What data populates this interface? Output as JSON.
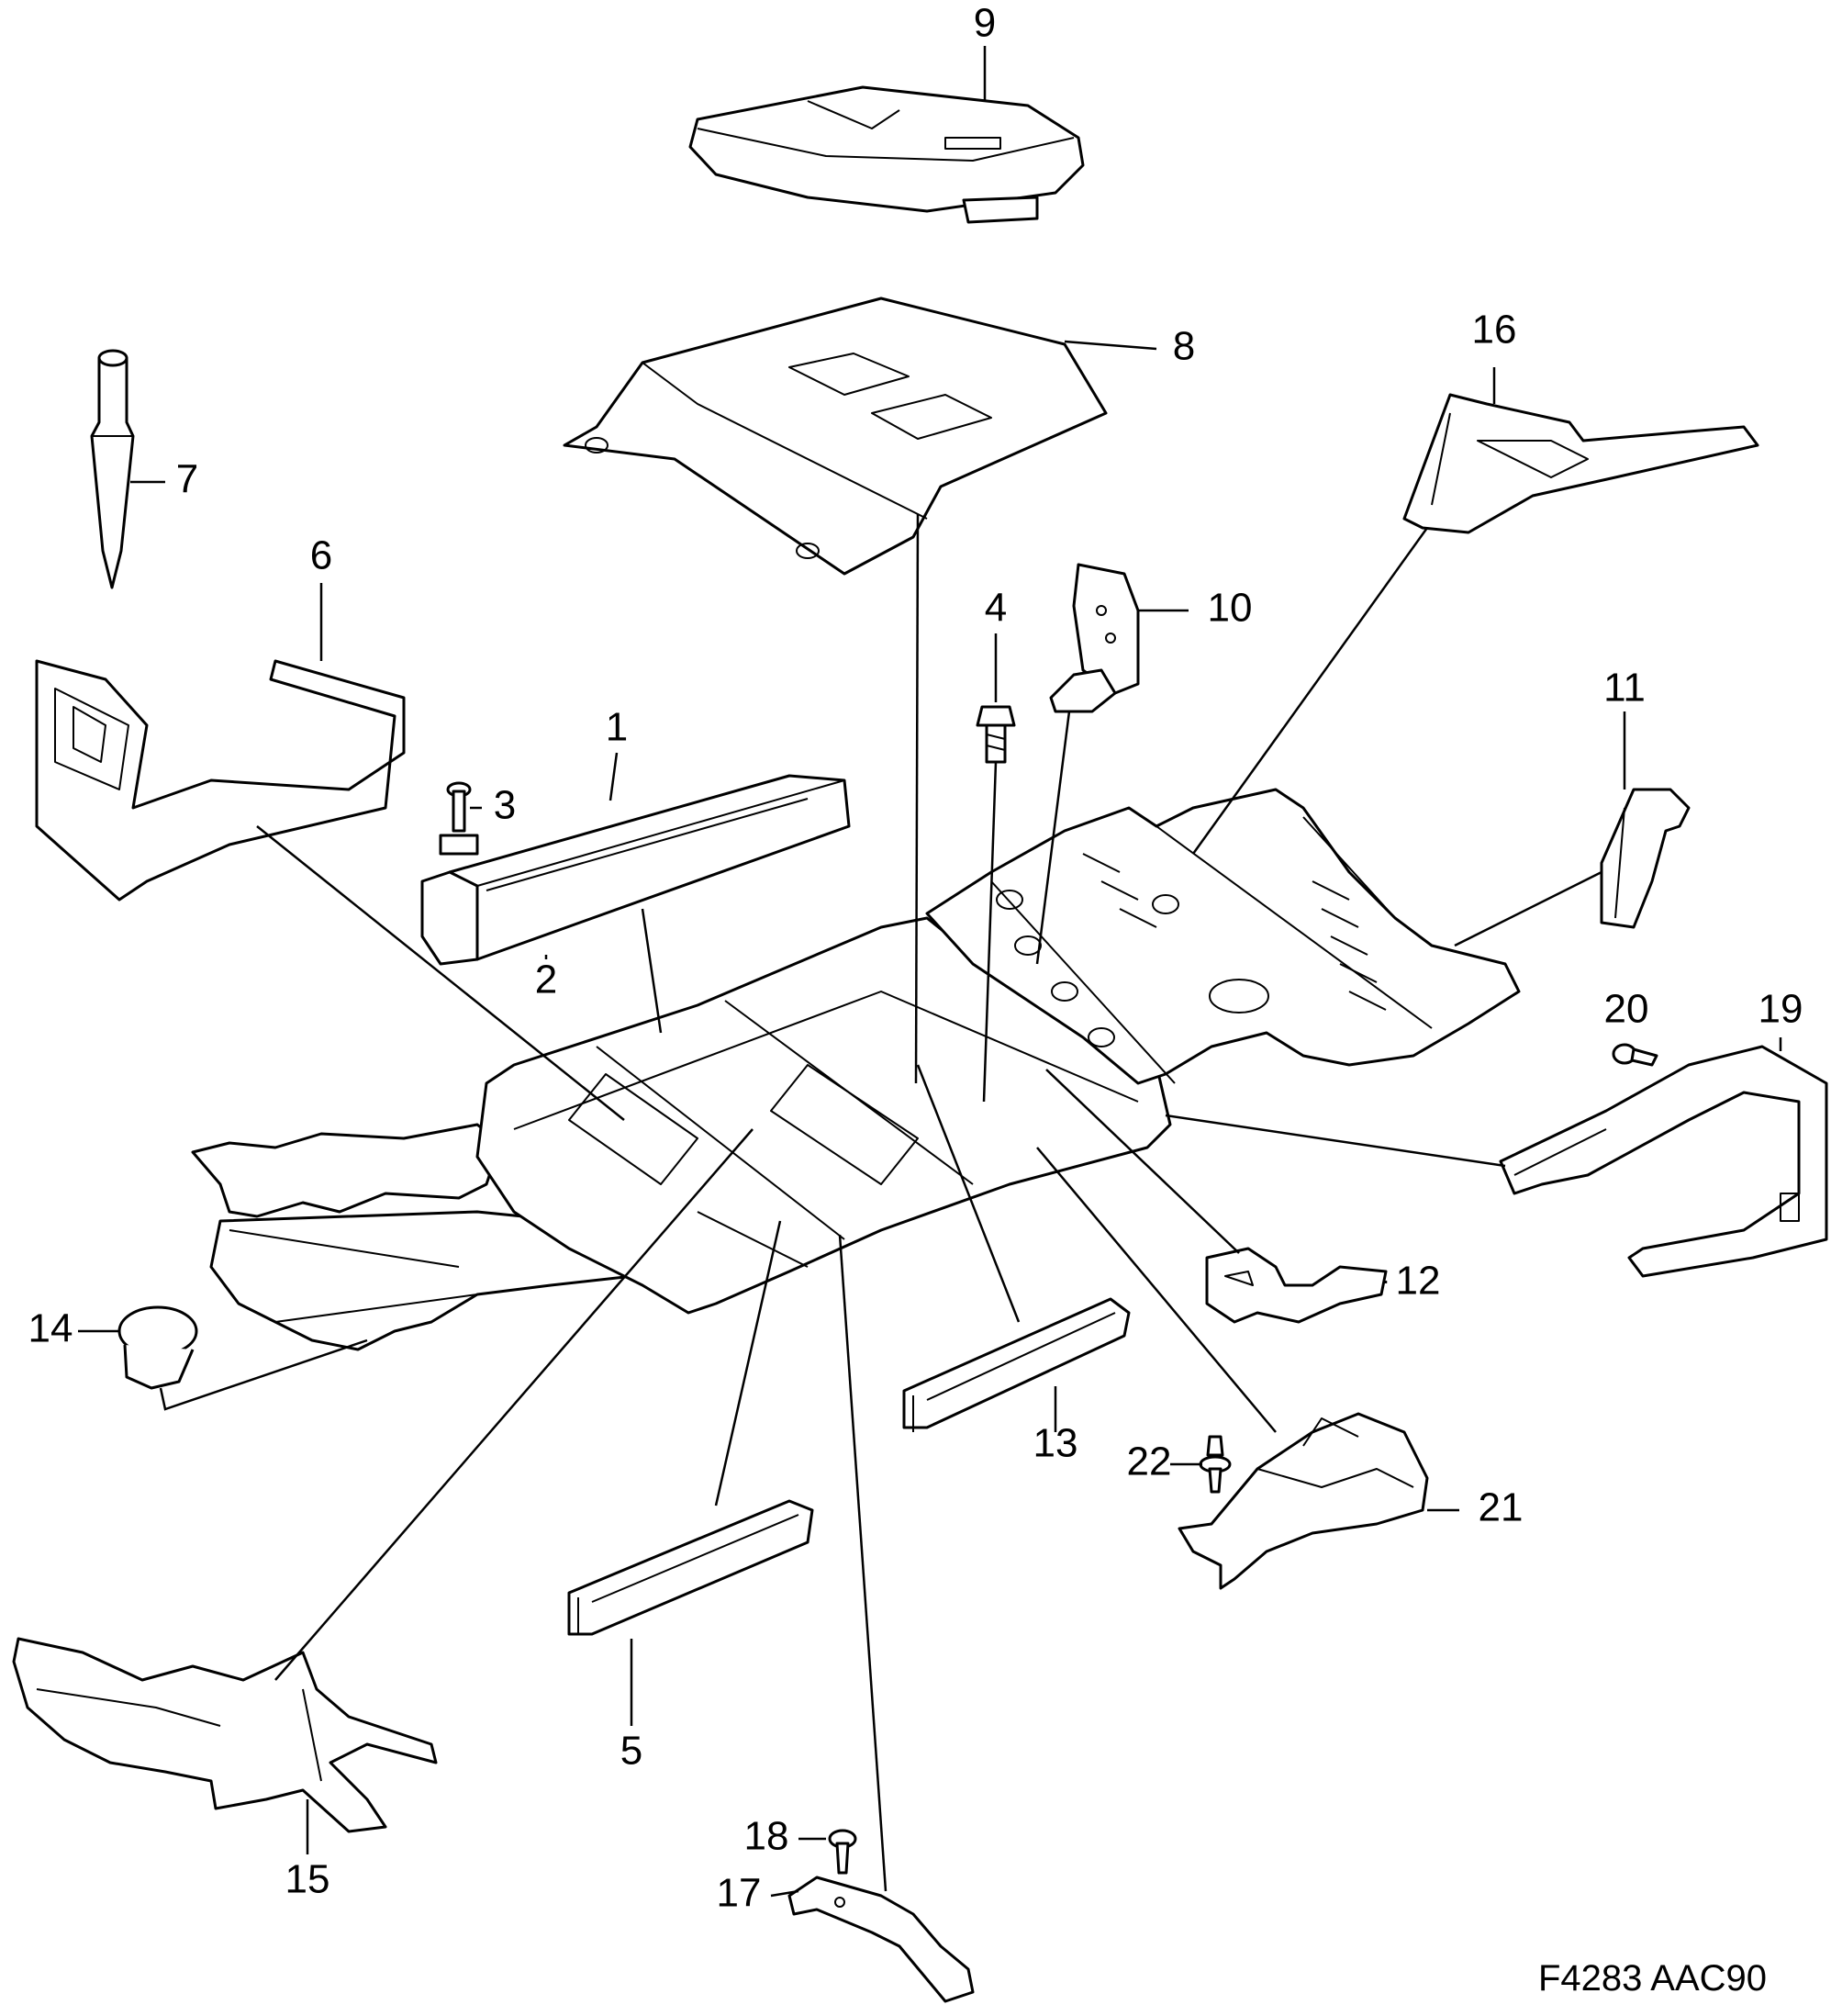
{
  "figure_code": "F4283 AAC90",
  "callouts": [
    {
      "id": "1",
      "label": "1"
    },
    {
      "id": "2",
      "label": "2"
    },
    {
      "id": "3",
      "label": "3"
    },
    {
      "id": "4",
      "label": "4"
    },
    {
      "id": "5",
      "label": "5"
    },
    {
      "id": "6",
      "label": "6"
    },
    {
      "id": "7",
      "label": "7"
    },
    {
      "id": "8",
      "label": "8"
    },
    {
      "id": "9",
      "label": "9"
    },
    {
      "id": "10",
      "label": "10"
    },
    {
      "id": "11",
      "label": "11"
    },
    {
      "id": "12",
      "label": "12"
    },
    {
      "id": "13",
      "label": "13"
    },
    {
      "id": "14",
      "label": "14"
    },
    {
      "id": "15",
      "label": "15"
    },
    {
      "id": "16",
      "label": "16"
    },
    {
      "id": "17",
      "label": "17"
    },
    {
      "id": "18",
      "label": "18"
    },
    {
      "id": "19",
      "label": "19"
    },
    {
      "id": "20",
      "label": "20"
    },
    {
      "id": "21",
      "label": "21"
    },
    {
      "id": "22",
      "label": "22"
    }
  ]
}
